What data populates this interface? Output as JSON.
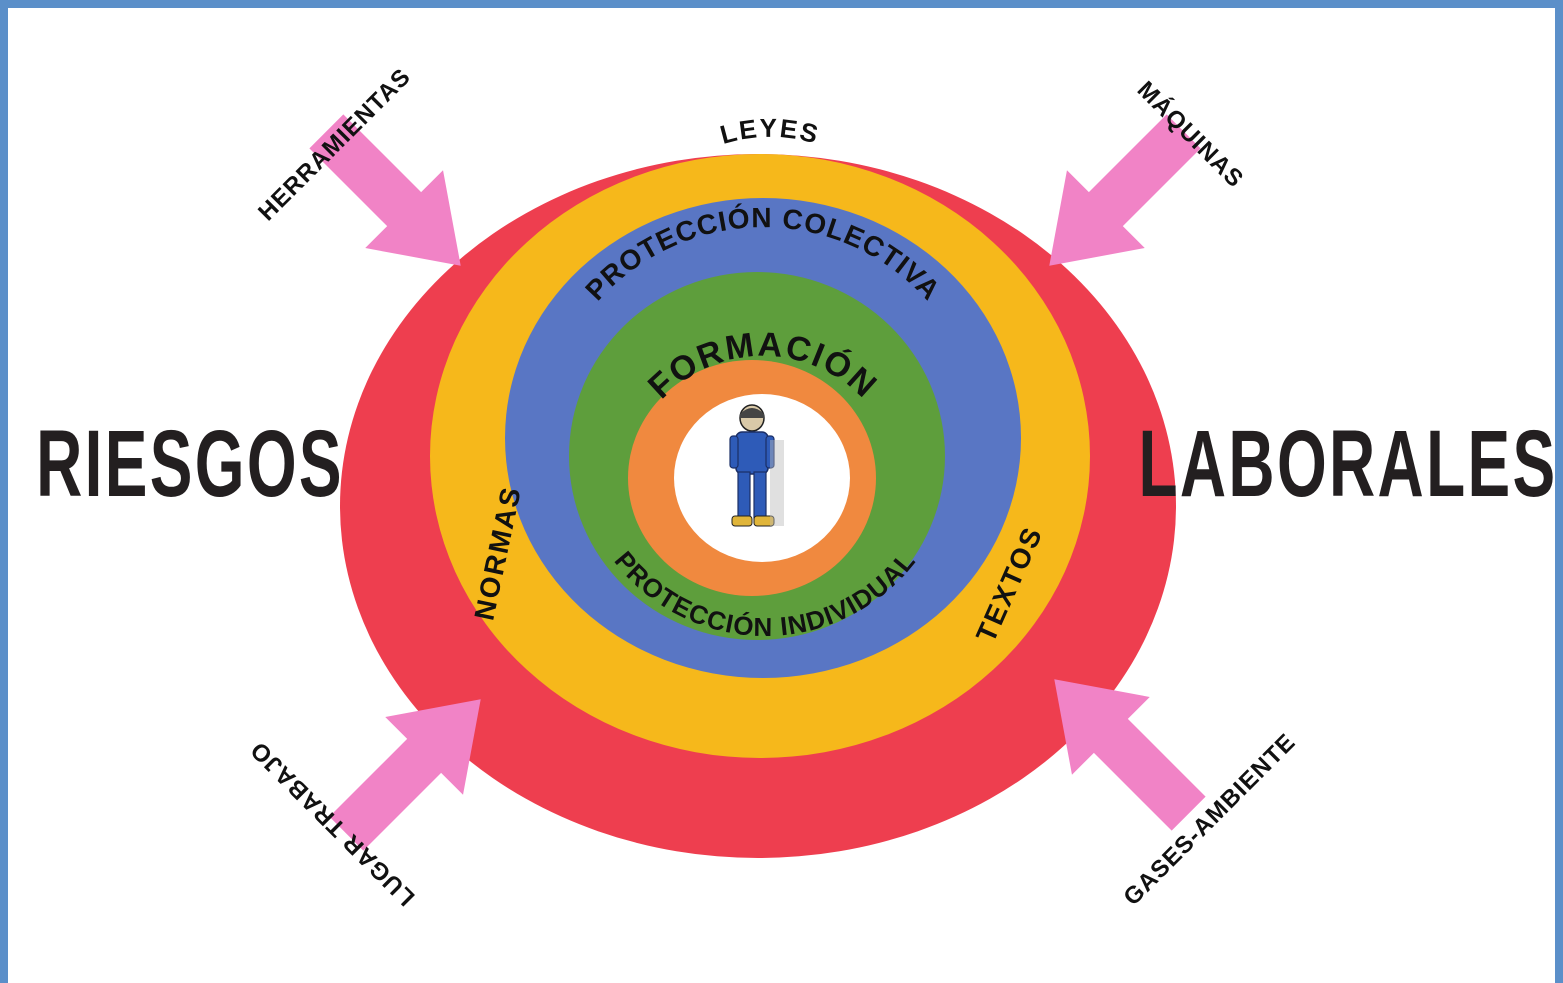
{
  "title_left": "RIESGOS",
  "title_right": "LABORALES",
  "rings": {
    "outer": "LEYES",
    "outer_left": "NORMAS",
    "outer_right": "TEXTOS",
    "middle_top": "PROTECCIÓN COLECTIVA",
    "inner_bottom": "PROTECCIÓN INDIVIDUAL",
    "core": "FORMACIÓN"
  },
  "arrows": {
    "top_left": "HERRAMIENTAS",
    "top_right": "MÁQUINAS",
    "bottom_left": "LUGAR TRABAJO",
    "bottom_right": "GASES-AMBIENTE"
  },
  "colors": {
    "frame": "#5b8fc9",
    "background": "#ffffff",
    "red": "#ee3e4f",
    "yellow": "#f6b81b",
    "blue": "#5976c4",
    "green": "#5e9e3c",
    "orange": "#f0893f",
    "arrow": "#f183c6",
    "worker": "#2e5bb8"
  },
  "icons": {
    "worker": "worker-icon"
  }
}
